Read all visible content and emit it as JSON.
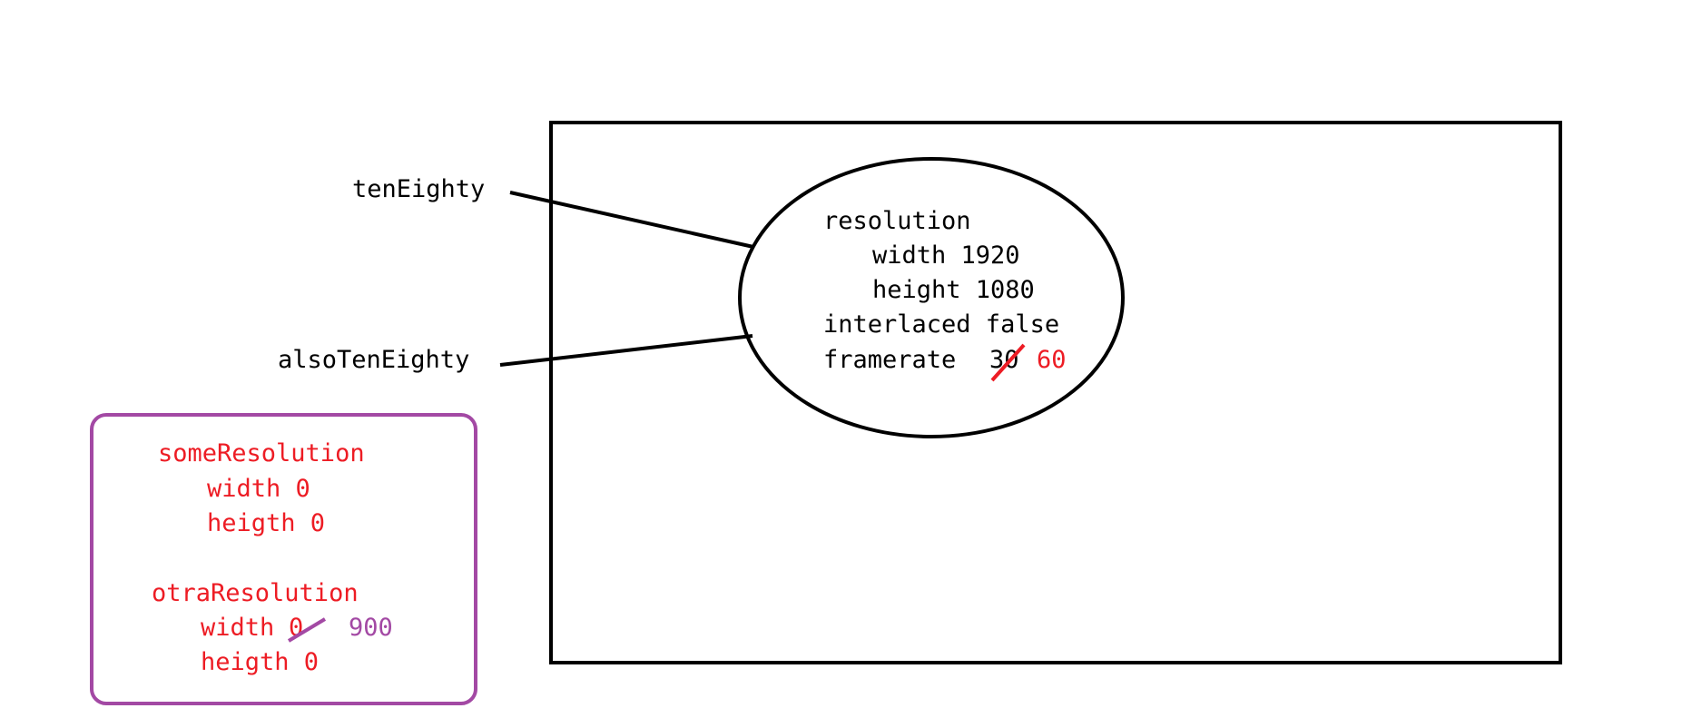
{
  "variables": {
    "ten_eighty": "tenEighty",
    "also_ten_eighty": "alsoTenEighty"
  },
  "object": {
    "resolution_label": "resolution",
    "width_line": "width 1920",
    "height_line": "height 1080",
    "interlaced_line": "interlaced false",
    "framerate_label": "framerate",
    "framerate_old": "30",
    "framerate_new": "60"
  },
  "side_box": {
    "some_resolution": {
      "name": "someResolution",
      "width_line": "width 0",
      "height_line": "heigth 0"
    },
    "otra_resolution": {
      "name": "otraResolution",
      "width_label": "width",
      "width_old": "0",
      "width_new": "900",
      "height_line": "heigth 0"
    }
  },
  "colors": {
    "ink": "#000000",
    "red": "#ed1c24",
    "purple": "#a349a4"
  }
}
